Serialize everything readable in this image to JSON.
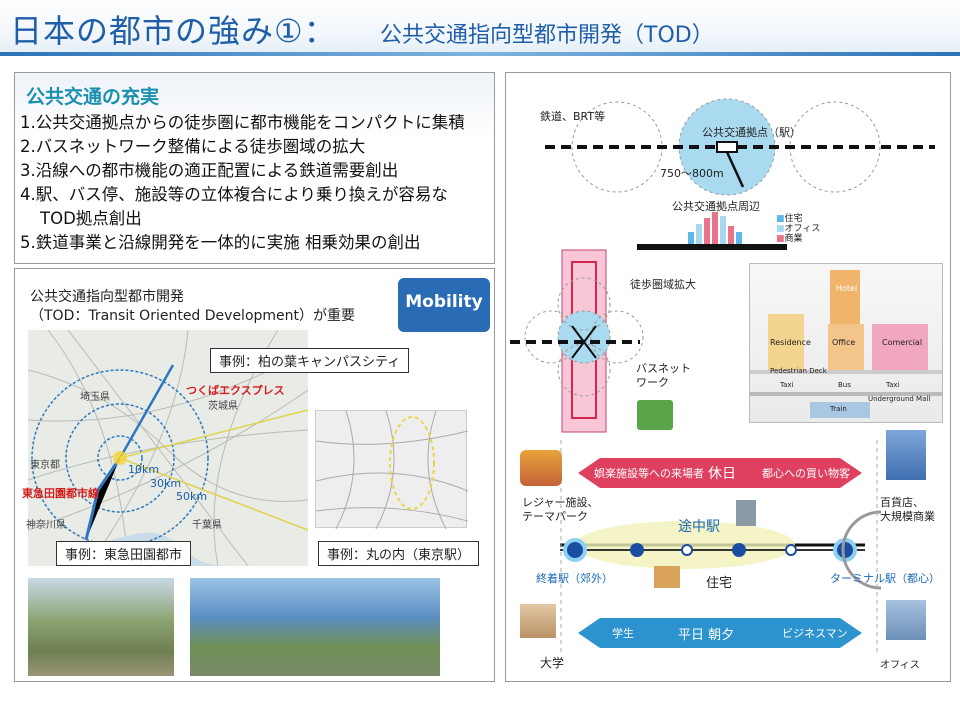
{
  "header": {
    "title_main": "日本の都市の強み①：",
    "title_sub": "公共交通指向型都市開発（TOD）"
  },
  "left_top": {
    "heading": "公共交通の充実",
    "items": [
      "1.公共交通拠点からの徒歩圏に都市機能をコンパクトに集積",
      "2.バスネットワーク整備による徒歩圏域の拡大",
      "3.沿線への都市機能の適正配置による鉄道需要創出",
      "4.駅、バス停、施設等の立体複合により乗り換えが容易な",
      "TOD拠点創出",
      "5.鉄道事業と沿線開発を一体的に実施 相乗効果の創出"
    ]
  },
  "left_bottom": {
    "intro_line1": "公共交通指向型都市開発",
    "intro_line2": "（TOD：Transit Oriented Development）が重要",
    "mobility_label": "Mobility",
    "callouts": {
      "kashiwa": "事例：柏の葉キャンパスシティ",
      "tokyu": "事例：東急田園都市",
      "marunouchi": "事例：丸の内（東京駅）"
    },
    "map_labels": {
      "tsukuba": "つくばエクスプレス",
      "saitama": "埼玉県",
      "ibaraki": "茨城県",
      "tokyo": "東京都",
      "kanagawa": "神奈川県",
      "chiba": "千葉県",
      "tokyu_line": "東急田園都市線",
      "r10": "10km",
      "r30": "30km",
      "r50": "50km"
    }
  },
  "right": {
    "rail_label": "鉄道、BRT等",
    "hub_label": "公共交通拠点（駅）",
    "radius_label": "750～800m",
    "around_label": "公共交通拠点周辺",
    "legend": [
      {
        "label": "住宅",
        "color": "#5bb8e8"
      },
      {
        "label": "オフィス",
        "color": "#a8d8f0"
      },
      {
        "label": "商業",
        "color": "#e8748a"
      }
    ],
    "walk_expand": "徒歩圏域拡大",
    "bus_network": "バスネット\nワーク",
    "bldg_labels": {
      "hotel": "Hotel",
      "residence": "Residence",
      "office": "Office",
      "comercial": "Comercial",
      "deck": "Pedestrian Deck",
      "taxi1": "Taxi",
      "bus": "Bus",
      "taxi2": "Taxi",
      "mall": "Underground Mall",
      "train": "Train"
    },
    "holiday": {
      "center": "休日",
      "left": "娯楽施設等への来場者",
      "right": "都心への買い物客"
    },
    "leisure": "レジャー施設、\nテーマパーク",
    "dept": "百貨店、\n大規模商業",
    "mid_station": "途中駅",
    "housing": "住宅",
    "end_station": "終着駅（郊外）",
    "terminal": "ターミナル駅（都心）",
    "weekday": {
      "left": "学生",
      "center": "平日 朝夕",
      "right": "ビジネスマン"
    },
    "university": "大学",
    "office": "オフィス"
  }
}
